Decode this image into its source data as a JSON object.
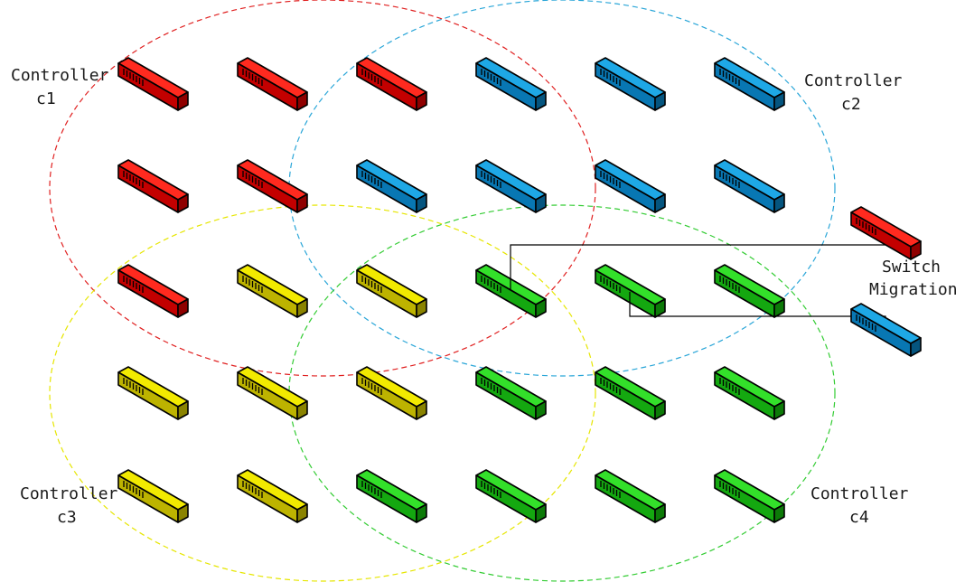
{
  "controllers": [
    {
      "id": "c1",
      "label_line1": "Controller",
      "label_line2": "c1",
      "color": "#e02020"
    },
    {
      "id": "c2",
      "label_line1": "Controller",
      "label_line2": "c2",
      "color": "#2aa6d8"
    },
    {
      "id": "c3",
      "label_line1": "Controller",
      "label_line2": "c3",
      "color": "#e6e600"
    },
    {
      "id": "c4",
      "label_line1": "Controller",
      "label_line2": "c4",
      "color": "#33cc33"
    }
  ],
  "switch_colors": {
    "red": {
      "top": "#ff2a1f",
      "front": "#c30000",
      "side": "#8f0000"
    },
    "blue": {
      "top": "#1ea8e6",
      "front": "#0877b3",
      "side": "#05557f"
    },
    "yellow": {
      "top": "#f2ea00",
      "front": "#bdb300",
      "side": "#8a8300"
    },
    "green": {
      "top": "#33e02a",
      "front": "#14a810",
      "side": "#0c7a08"
    }
  },
  "switch_grid": [
    [
      "red",
      "red",
      "red",
      "blue",
      "blue",
      "blue"
    ],
    [
      "red",
      "red",
      "blue",
      "blue",
      "blue",
      "blue"
    ],
    [
      "red",
      "yellow",
      "yellow",
      "green",
      "green",
      "green"
    ],
    [
      "yellow",
      "yellow",
      "yellow",
      "green",
      "green",
      "green"
    ],
    [
      "yellow",
      "yellow",
      "green",
      "green",
      "green",
      "green"
    ]
  ],
  "migration": {
    "label_line1": "Switch",
    "label_line2": "Migration",
    "from_color": "red",
    "to_color": "blue"
  }
}
